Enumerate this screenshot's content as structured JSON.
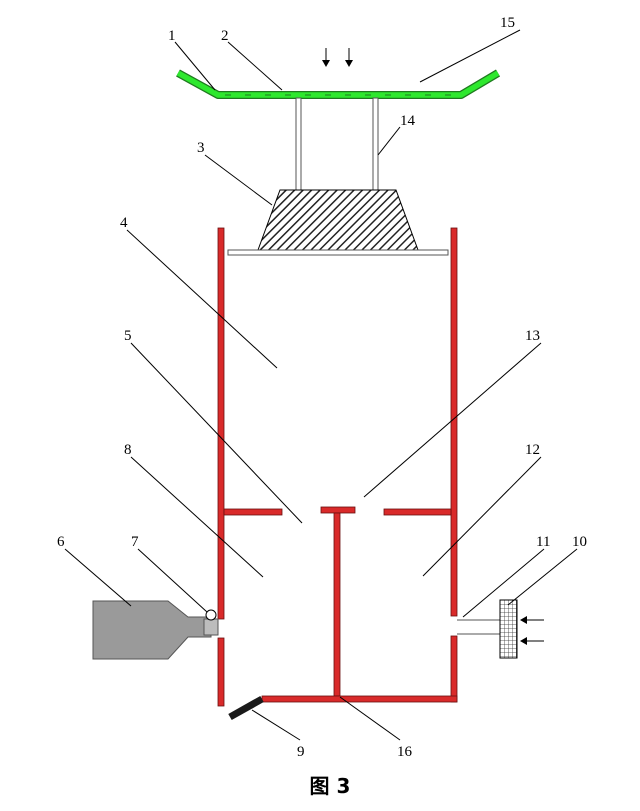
{
  "labels": [
    "1",
    "2",
    "15",
    "14",
    "3",
    "4",
    "5",
    "13",
    "8",
    "12",
    "6",
    "7",
    "11",
    "10",
    "9",
    "16"
  ],
  "caption": "图 3",
  "colors": {
    "wall": "#d92a2a",
    "top_plate": "#2ee82e",
    "weight": "#333333",
    "container": "#9a9a9a",
    "handle": "#1a1a1a"
  }
}
